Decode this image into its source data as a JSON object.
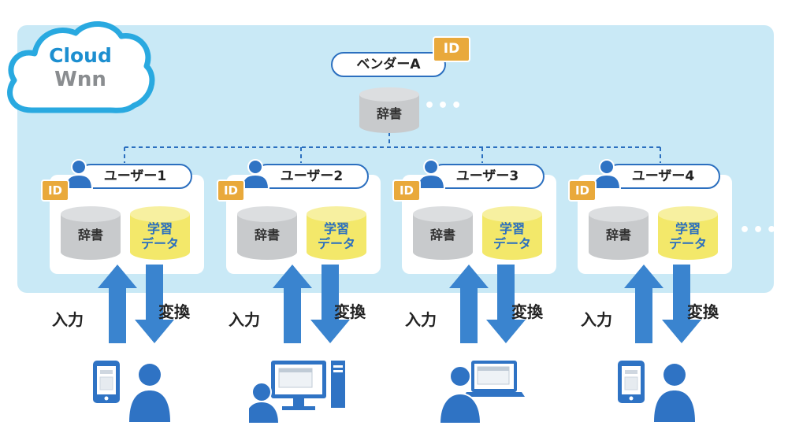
{
  "logo": {
    "line1": "Cloud",
    "line2": "Wnn"
  },
  "vendor": {
    "label": "ベンダーA",
    "id_badge": "ID",
    "dictionary": "辞書",
    "more": "•••"
  },
  "users": [
    {
      "label": "ユーザー1",
      "id_badge": "ID",
      "dictionary": "辞書",
      "learning_line1": "学習",
      "learning_line2": "データ",
      "input_label": "入力",
      "convert_label": "変換",
      "device": "tablet"
    },
    {
      "label": "ユーザー2",
      "id_badge": "ID",
      "dictionary": "辞書",
      "learning_line1": "学習",
      "learning_line2": "データ",
      "input_label": "入力",
      "convert_label": "変換",
      "device": "desktop"
    },
    {
      "label": "ユーザー3",
      "id_badge": "ID",
      "dictionary": "辞書",
      "learning_line1": "学習",
      "learning_line2": "データ",
      "input_label": "入力",
      "convert_label": "変換",
      "device": "laptop"
    },
    {
      "label": "ユーザー4",
      "id_badge": "ID",
      "dictionary": "辞書",
      "learning_line1": "学習",
      "learning_line2": "データ",
      "input_label": "入力",
      "convert_label": "変換",
      "device": "tablet"
    }
  ],
  "users_more": "•••",
  "colors": {
    "panel": "#c9e9f6",
    "brand_blue": "#2b6fbf",
    "arrow_blue": "#3a84cf",
    "id_orange": "#e9a93b",
    "dict_gray": "#c8cacc",
    "learning_yellow": "#f3e86a"
  }
}
